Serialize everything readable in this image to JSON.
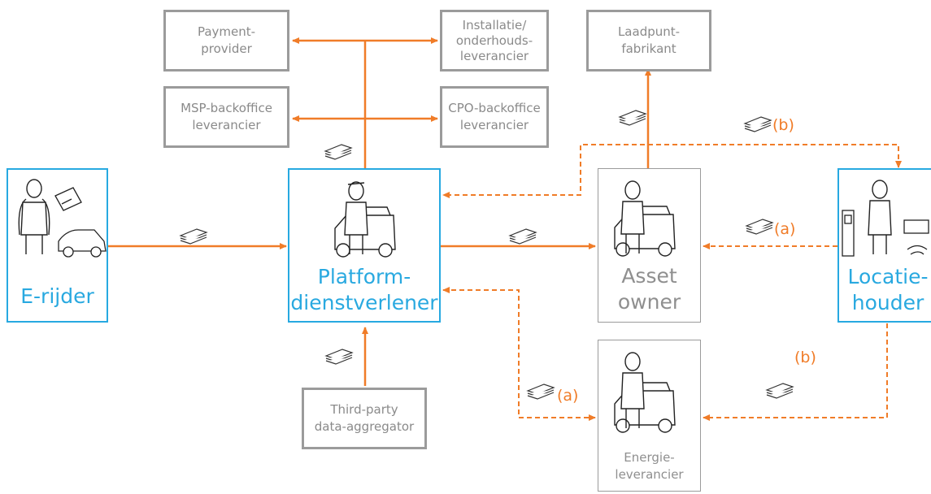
{
  "nodes": {
    "payment": "Payment-\nprovider",
    "installatie": "Installatie/\nonderhouds-\nleverancier",
    "laadpunt": "Laadpunt-\nfabrikant",
    "msp": "MSP-backoffice\nleverancier",
    "cpo": "CPO-backoffice\nleverancier",
    "erijder": "E-rijder",
    "platform": "Platform-\ndienstverlener",
    "asset": "Asset\nowner",
    "locatie": "Locatie-\nhouder",
    "thirdparty": "Third-party\ndata-aggregator",
    "energie": "Energie-\nleverancier"
  },
  "labels": {
    "b_top": "(b)",
    "a_right": "(a)",
    "b_right": "(b)",
    "a_bottom": "(a)"
  },
  "icons": {
    "money": "money-stack-icon",
    "person": "person-icon",
    "car": "car-icon",
    "card": "charge-card-icon",
    "van": "van-icon",
    "charger": "charging-station-icon"
  },
  "colors": {
    "arrow": "#f07c28",
    "blue": "#27a9e1",
    "gray": "#9b9b9b"
  }
}
